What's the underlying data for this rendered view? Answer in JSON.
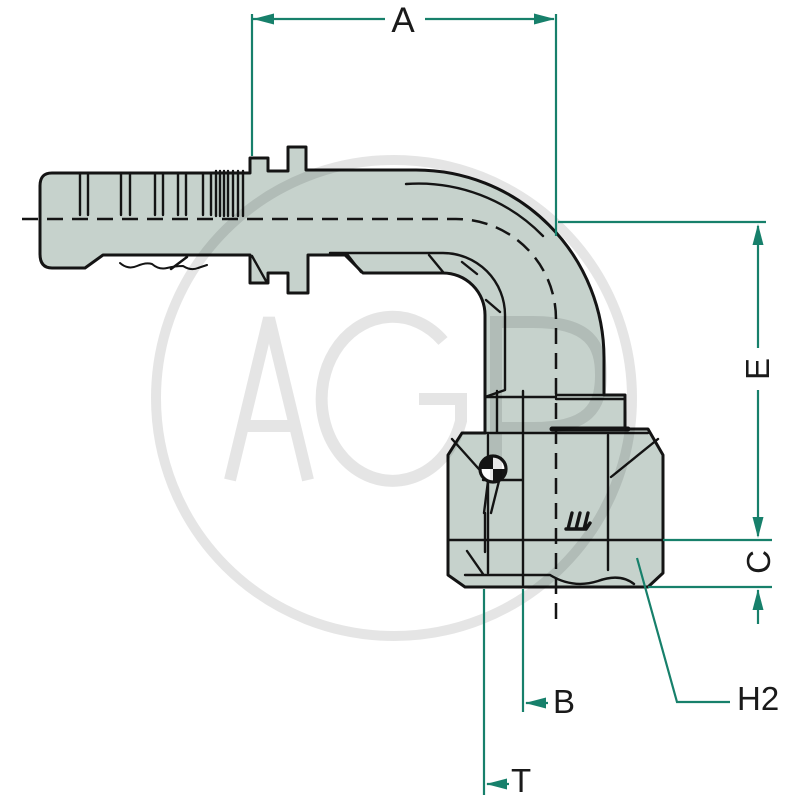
{
  "drawing": {
    "watermark_text": "AGP",
    "dimensions": {
      "a": "A",
      "e": "E",
      "c": "C",
      "b": "B",
      "t": "T",
      "h2": "H2"
    },
    "colors": {
      "background": "#ffffff",
      "metal_fill": "#c6d2cc",
      "outline": "#141414",
      "dimension_line": "#17806b",
      "label_text": "#1a1a1a",
      "watermark": "rgba(0,0,0,0.10)"
    }
  }
}
